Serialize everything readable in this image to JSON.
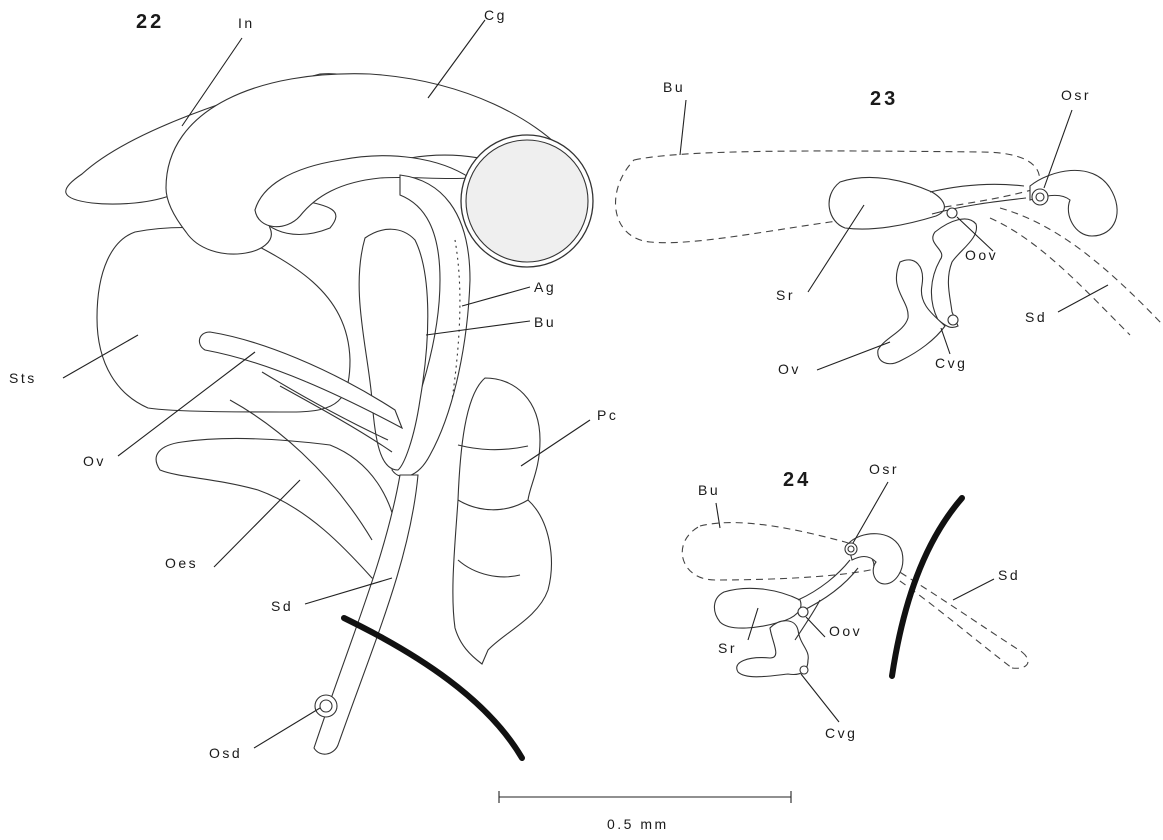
{
  "figures": [
    {
      "id": "fig22",
      "number": "22",
      "labels": [
        "In",
        "Cg",
        "Ag",
        "Bu",
        "Sts",
        "Ov",
        "Pc",
        "Oes",
        "Sd",
        "Osd"
      ]
    },
    {
      "id": "fig23",
      "number": "23",
      "labels": [
        "Bu",
        "Osr",
        "Oov",
        "Sr",
        "Sd",
        "Ov",
        "Cvg"
      ]
    },
    {
      "id": "fig24",
      "number": "24",
      "labels": [
        "Osr",
        "Bu",
        "Sd",
        "Sr",
        "Oov",
        "Cvg"
      ]
    }
  ],
  "scale_bar": {
    "label": "0.5 mm"
  }
}
